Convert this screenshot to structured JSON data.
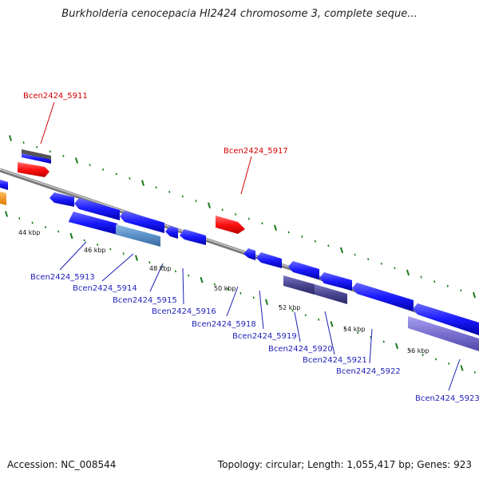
{
  "title": "Burkholderia cenocepacia HI2424 chromosome 3, complete seque...",
  "footer": {
    "accession": "Accession: NC_008544",
    "stats": "Topology: circular; Length: 1,055,417 bp; Genes: 923"
  },
  "kbp_labels": [
    "44 kbp",
    "46 kbp",
    "48 kbp",
    "50 kbp",
    "52 kbp",
    "54 kbp",
    "56 kbp"
  ],
  "gene_labels_top": [
    "Bcen2424_5911",
    "Bcen2424_5917"
  ],
  "gene_labels_bottom": [
    "Bcen2424_5913",
    "Bcen2424_5914",
    "Bcen2424_5915",
    "Bcen2424_5916",
    "Bcen2424_5918",
    "Bcen2424_5919",
    "Bcen2424_5920",
    "Bcen2424_5921",
    "Bcen2424_5922",
    "Bcen2424_5923"
  ],
  "colors": {
    "cds_forward": "#ff1010",
    "cds_reverse": "#1a1aff",
    "highlight": "#5a90c8",
    "purple": "#4a4690",
    "lavender": "#7a70d0",
    "orange": "#ff9a10",
    "backbone": "#8c8c8c",
    "tick": "#1a7a1a",
    "red_label": "#d40000",
    "blue_label": "#1f1fb8"
  }
}
